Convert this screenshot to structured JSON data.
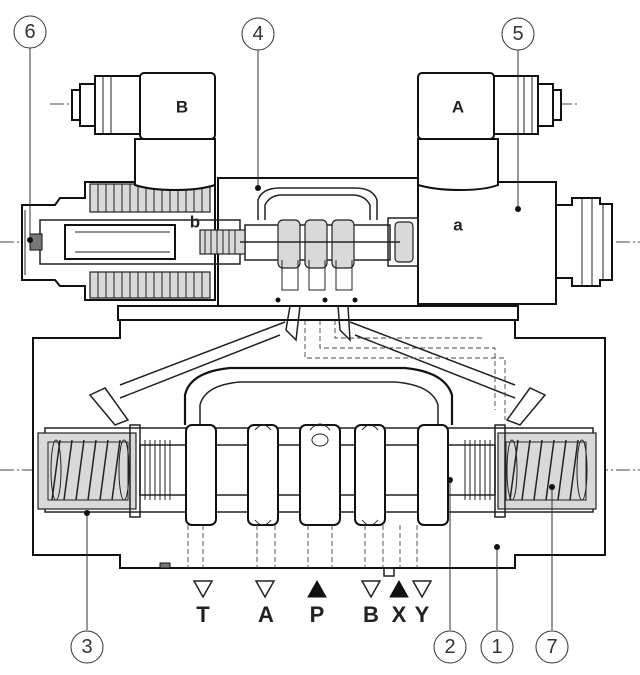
{
  "callouts": [
    "6",
    "4",
    "5",
    "3",
    "2",
    "1",
    "7"
  ],
  "solenoid_labels": {
    "left_connector": "B",
    "right_connector": "A",
    "left_coil": "b",
    "right_coil": "a"
  },
  "ports": [
    {
      "label": "T",
      "marker": "open"
    },
    {
      "label": "A",
      "marker": "open"
    },
    {
      "label": "P",
      "marker": "filled"
    },
    {
      "label": "B",
      "marker": "open"
    },
    {
      "label": "X",
      "marker": "filled"
    },
    {
      "label": "Y",
      "marker": "open"
    }
  ]
}
